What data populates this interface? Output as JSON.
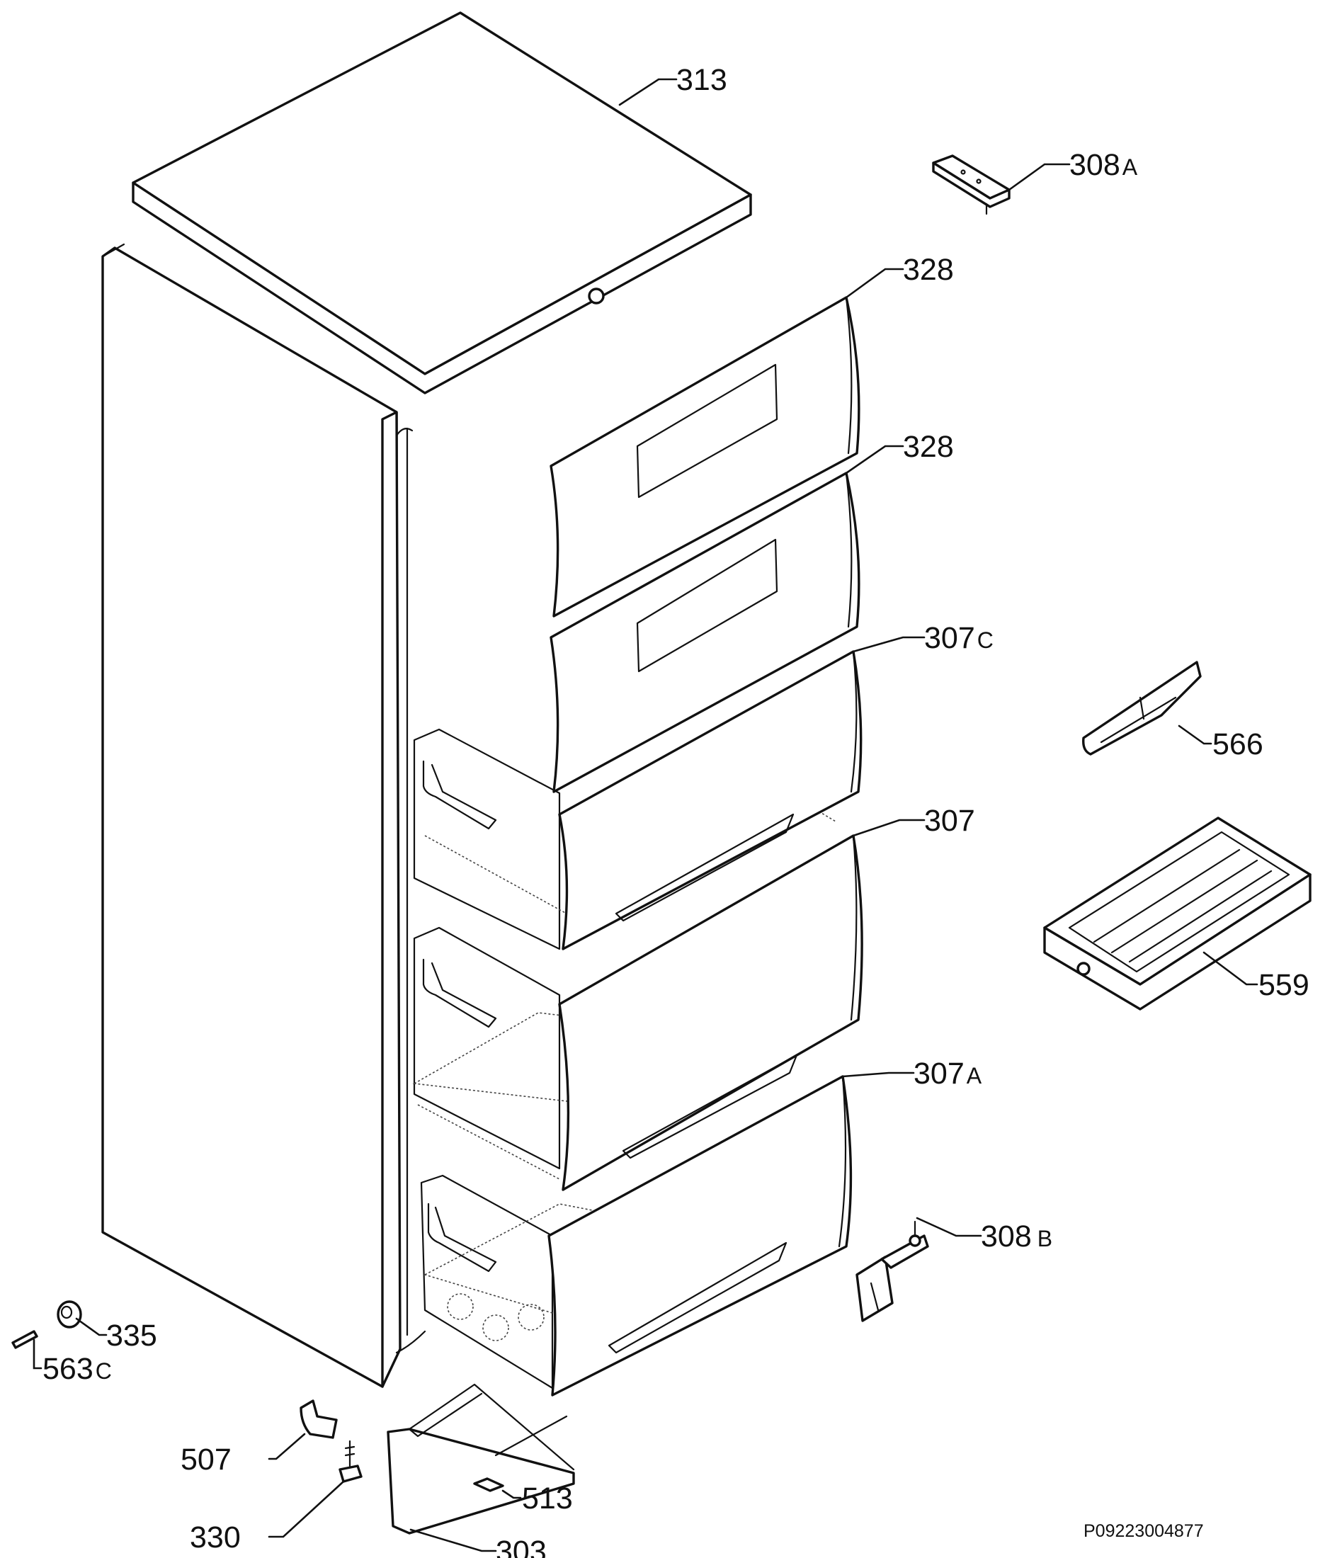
{
  "labels": {
    "p313": {
      "num": "313",
      "suffix": ""
    },
    "p308a": {
      "num": "308",
      "suffix": "A"
    },
    "p328_top": {
      "num": "328",
      "suffix": ""
    },
    "p328_mid": {
      "num": "328",
      "suffix": ""
    },
    "p307c": {
      "num": "307",
      "suffix": "C"
    },
    "p566": {
      "num": "566",
      "suffix": ""
    },
    "p307": {
      "num": "307",
      "suffix": ""
    },
    "p559": {
      "num": "559",
      "suffix": ""
    },
    "p307a": {
      "num": "307",
      "suffix": "A"
    },
    "p308b": {
      "num": "308",
      "suffix": "B"
    },
    "p335": {
      "num": "335",
      "suffix": ""
    },
    "p563c": {
      "num": "563",
      "suffix": "C"
    },
    "p507": {
      "num": "507",
      "suffix": ""
    },
    "p513": {
      "num": "513",
      "suffix": ""
    },
    "p330": {
      "num": "330",
      "suffix": ""
    },
    "p303": {
      "num": "303",
      "suffix": ""
    }
  },
  "drawing_code": "P09223004877"
}
